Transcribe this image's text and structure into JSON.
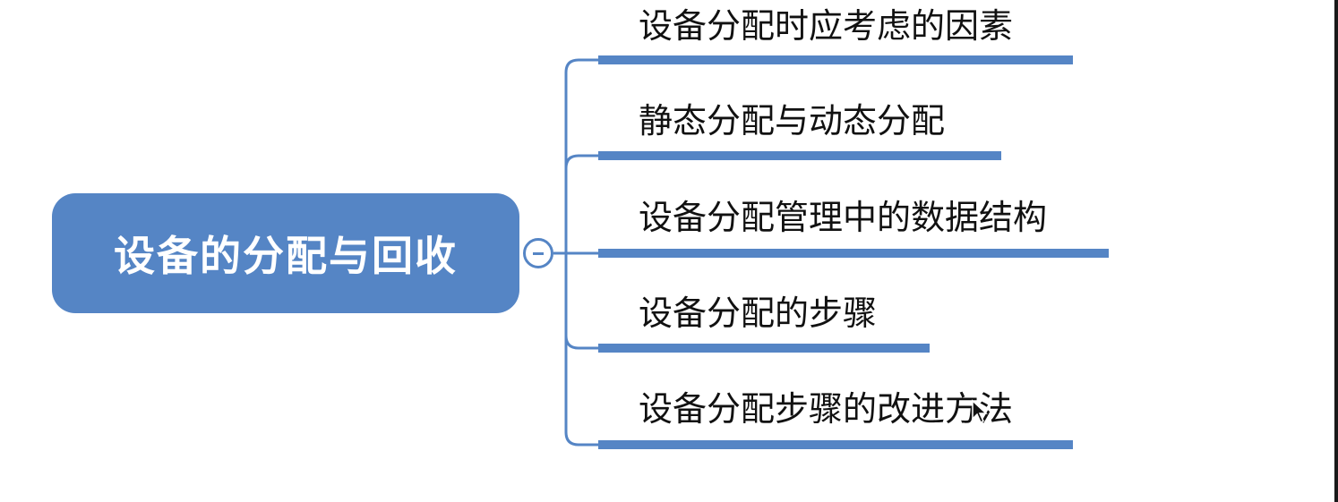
{
  "root": {
    "label": "设备的分配与回收"
  },
  "branches": [
    {
      "label": "设备分配时应考虑的因素"
    },
    {
      "label": "静态分配与动态分配"
    },
    {
      "label": "设备分配管理中的数据结构"
    },
    {
      "label": "设备分配的步骤"
    },
    {
      "label": "设备分配步骤的改进方法"
    }
  ],
  "colors": {
    "accent": "#5585c5",
    "text": "#111111",
    "background": "#ffffff"
  },
  "icons": {
    "toggle": "minus-circle-icon",
    "cursor": "mouse-pointer-icon"
  }
}
